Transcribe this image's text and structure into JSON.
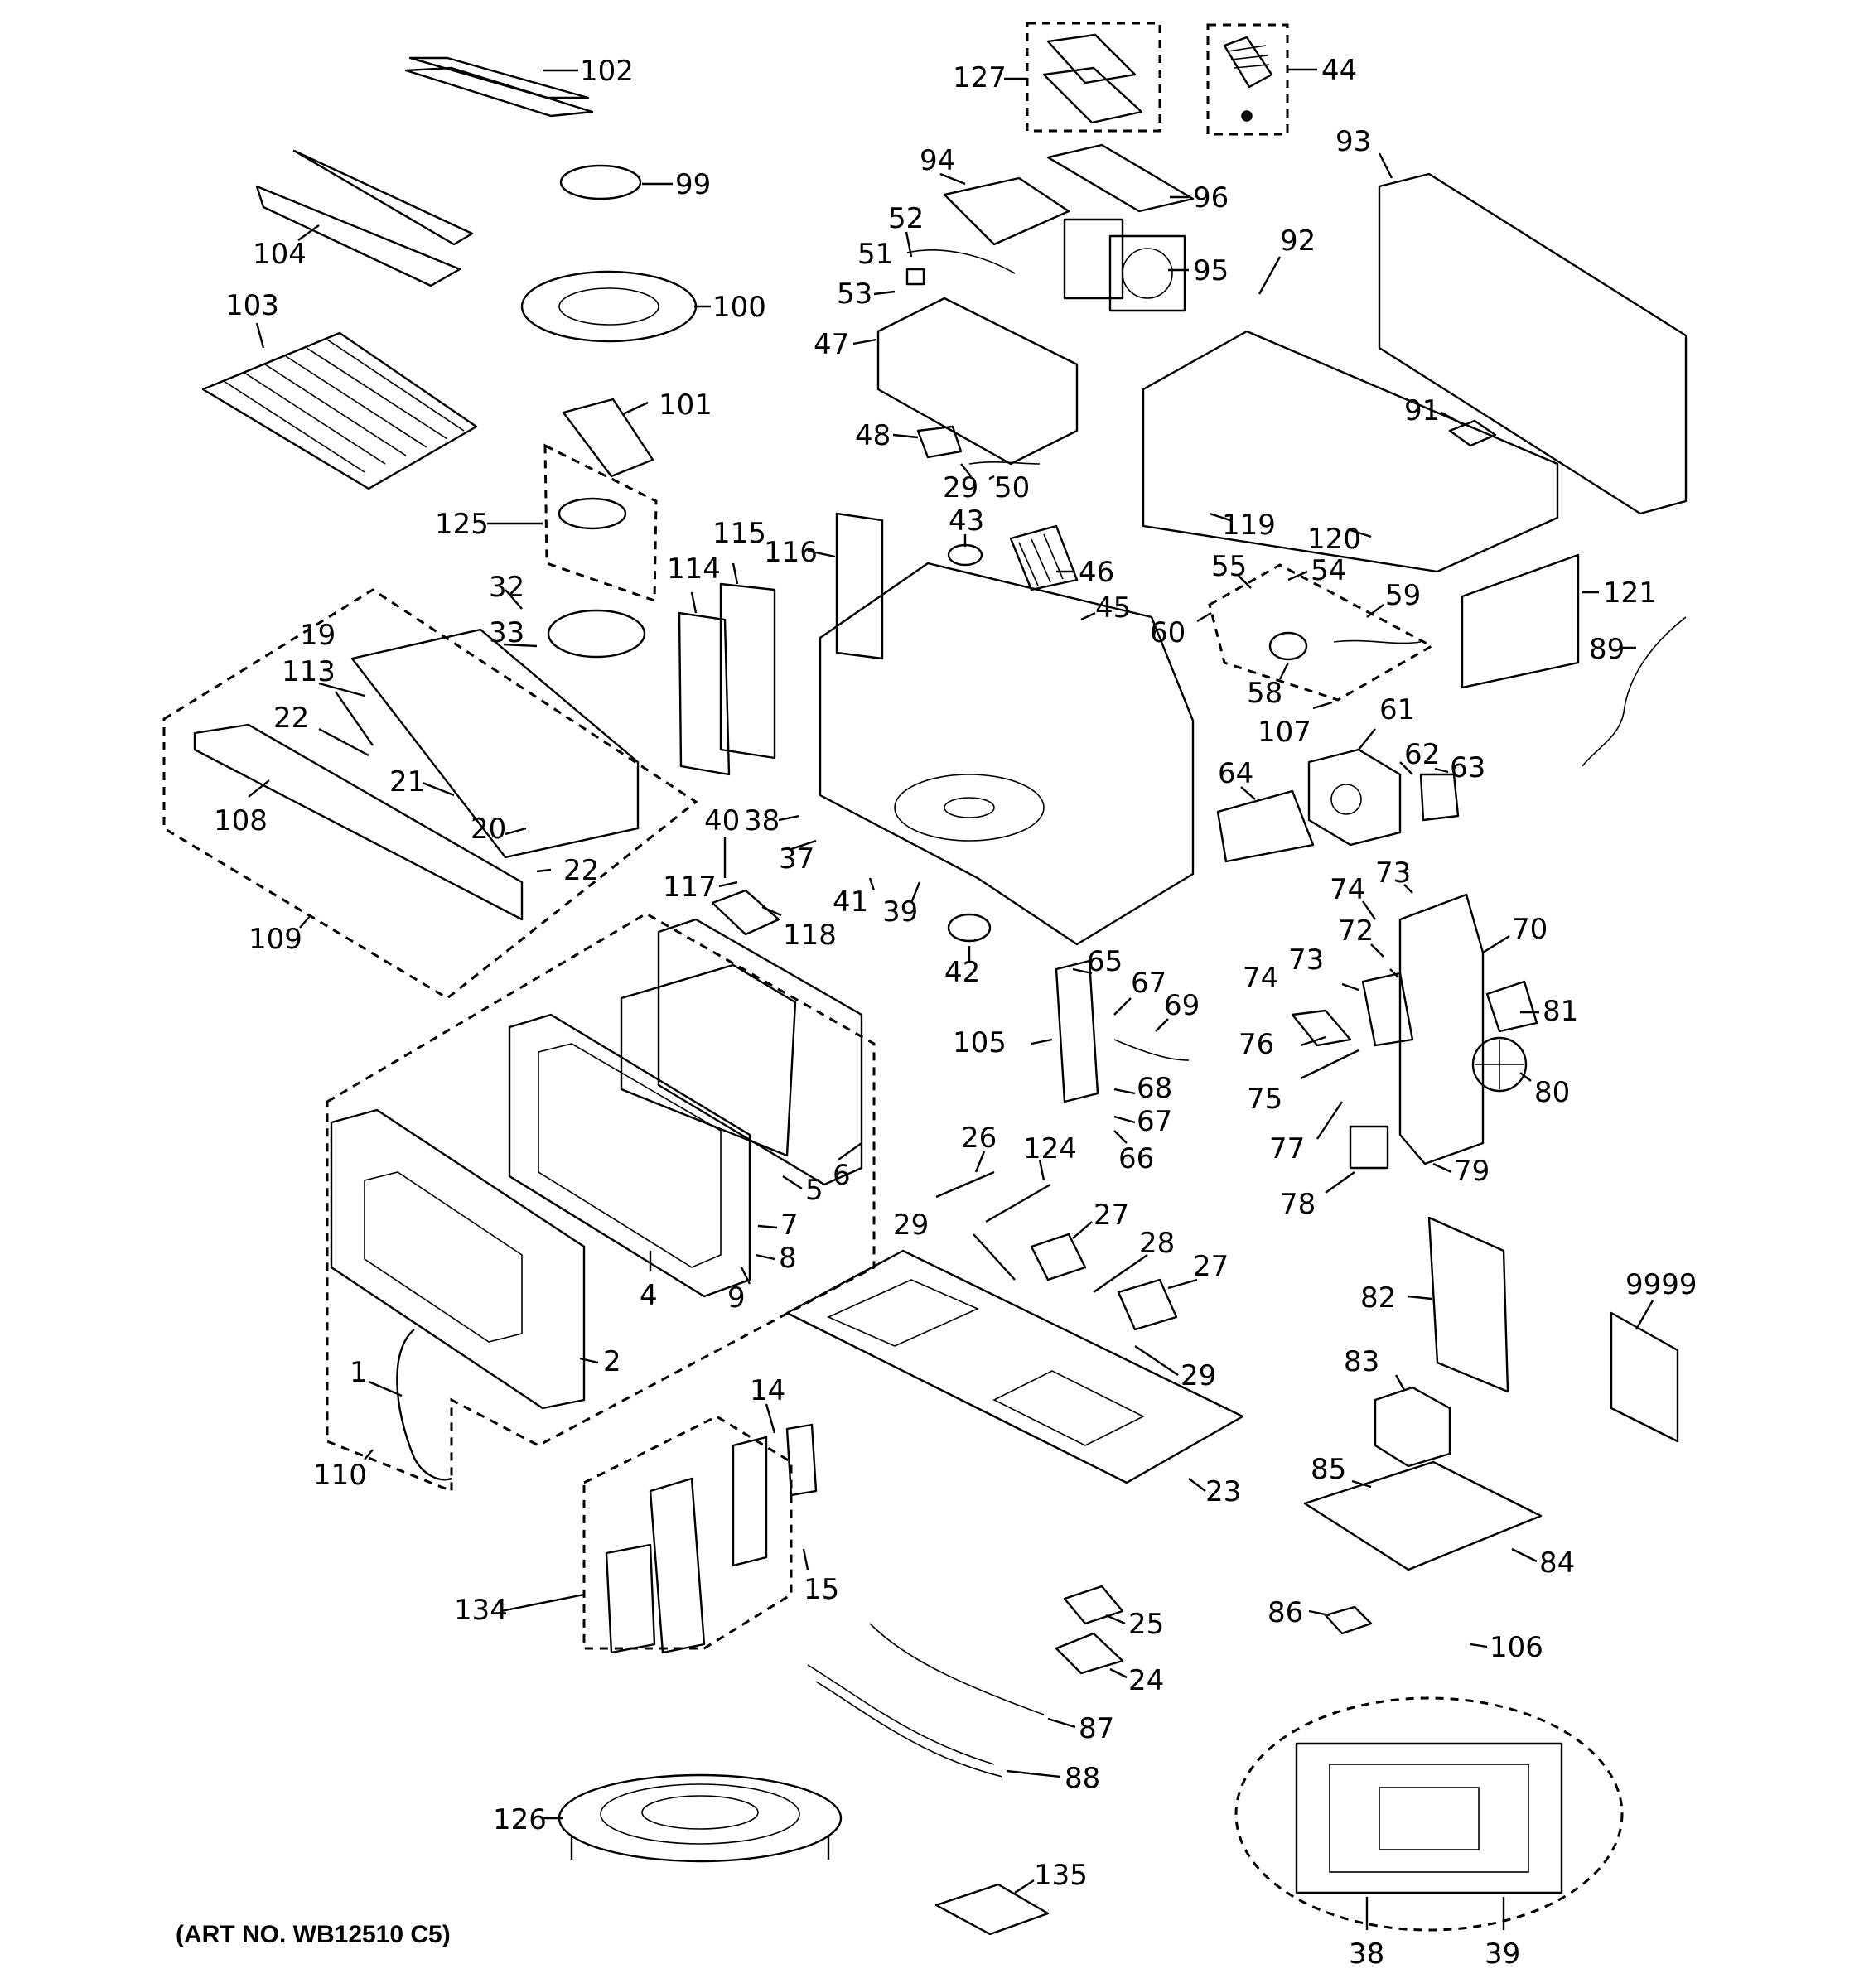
{
  "footer": {
    "art_number": "(ART NO. WB12510 C5)"
  },
  "labels": [
    {
      "id": "l102",
      "text": "102"
    },
    {
      "id": "l99",
      "text": "99"
    },
    {
      "id": "l104",
      "text": "104"
    },
    {
      "id": "l100",
      "text": "100"
    },
    {
      "id": "l103",
      "text": "103"
    },
    {
      "id": "l101",
      "text": "101"
    },
    {
      "id": "l125",
      "text": "125"
    },
    {
      "id": "l32",
      "text": "32"
    },
    {
      "id": "l33",
      "text": "33"
    },
    {
      "id": "l19",
      "text": "19"
    },
    {
      "id": "l113",
      "text": "113"
    },
    {
      "id": "l22a",
      "text": "22"
    },
    {
      "id": "l21",
      "text": "21"
    },
    {
      "id": "l108",
      "text": "108"
    },
    {
      "id": "l20",
      "text": "20"
    },
    {
      "id": "l22b",
      "text": "22"
    },
    {
      "id": "l109",
      "text": "109"
    },
    {
      "id": "l127",
      "text": "127"
    },
    {
      "id": "l44",
      "text": "44"
    },
    {
      "id": "l94",
      "text": "94"
    },
    {
      "id": "l96",
      "text": "96"
    },
    {
      "id": "l52",
      "text": "52"
    },
    {
      "id": "l51",
      "text": "51"
    },
    {
      "id": "l95",
      "text": "95"
    },
    {
      "id": "l53",
      "text": "53"
    },
    {
      "id": "l47",
      "text": "47"
    },
    {
      "id": "l48",
      "text": "48"
    },
    {
      "id": "l29a",
      "text": "29"
    },
    {
      "id": "l50",
      "text": "50"
    },
    {
      "id": "l43",
      "text": "43"
    },
    {
      "id": "l115",
      "text": "115"
    },
    {
      "id": "l116",
      "text": "116"
    },
    {
      "id": "l114",
      "text": "114"
    },
    {
      "id": "l46",
      "text": "46"
    },
    {
      "id": "l45",
      "text": "45"
    },
    {
      "id": "l93",
      "text": "93"
    },
    {
      "id": "l92",
      "text": "92"
    },
    {
      "id": "l91",
      "text": "91"
    },
    {
      "id": "l119",
      "text": "119"
    },
    {
      "id": "l120",
      "text": "120"
    },
    {
      "id": "l121",
      "text": "121"
    },
    {
      "id": "l55",
      "text": "55"
    },
    {
      "id": "l54",
      "text": "54"
    },
    {
      "id": "l59",
      "text": "59"
    },
    {
      "id": "l60",
      "text": "60"
    },
    {
      "id": "l58",
      "text": "58"
    },
    {
      "id": "l107",
      "text": "107"
    },
    {
      "id": "l89",
      "text": "89"
    },
    {
      "id": "l61",
      "text": "61"
    },
    {
      "id": "l62",
      "text": "62"
    },
    {
      "id": "l63",
      "text": "63"
    },
    {
      "id": "l64",
      "text": "64"
    },
    {
      "id": "l38a",
      "text": "38"
    },
    {
      "id": "l40",
      "text": "40"
    },
    {
      "id": "l37",
      "text": "37"
    },
    {
      "id": "l117",
      "text": "117"
    },
    {
      "id": "l41",
      "text": "41"
    },
    {
      "id": "l39a",
      "text": "39"
    },
    {
      "id": "l118",
      "text": "118"
    },
    {
      "id": "l42",
      "text": "42"
    },
    {
      "id": "l65",
      "text": "65"
    },
    {
      "id": "l67a",
      "text": "67"
    },
    {
      "id": "l69",
      "text": "69"
    },
    {
      "id": "l105",
      "text": "105"
    },
    {
      "id": "l68",
      "text": "68"
    },
    {
      "id": "l67b",
      "text": "67"
    },
    {
      "id": "l66",
      "text": "66"
    },
    {
      "id": "l74a",
      "text": "74"
    },
    {
      "id": "l73a",
      "text": "73"
    },
    {
      "id": "l72",
      "text": "72"
    },
    {
      "id": "l73b",
      "text": "73"
    },
    {
      "id": "l70",
      "text": "70"
    },
    {
      "id": "l74b",
      "text": "74"
    },
    {
      "id": "l81",
      "text": "81"
    },
    {
      "id": "l76",
      "text": "76"
    },
    {
      "id": "l75",
      "text": "75"
    },
    {
      "id": "l80",
      "text": "80"
    },
    {
      "id": "l77",
      "text": "77"
    },
    {
      "id": "l79",
      "text": "79"
    },
    {
      "id": "l78",
      "text": "78"
    },
    {
      "id": "l6",
      "text": "6"
    },
    {
      "id": "l5",
      "text": "5"
    },
    {
      "id": "l7",
      "text": "7"
    },
    {
      "id": "l8",
      "text": "8"
    },
    {
      "id": "l9",
      "text": "9"
    },
    {
      "id": "l4",
      "text": "4"
    },
    {
      "id": "l2",
      "text": "2"
    },
    {
      "id": "l1",
      "text": "1"
    },
    {
      "id": "l110",
      "text": "110"
    },
    {
      "id": "l26",
      "text": "26"
    },
    {
      "id": "l124",
      "text": "124"
    },
    {
      "id": "l27a",
      "text": "27"
    },
    {
      "id": "l29b",
      "text": "29"
    },
    {
      "id": "l28",
      "text": "28"
    },
    {
      "id": "l27b",
      "text": "27"
    },
    {
      "id": "l29c",
      "text": "29"
    },
    {
      "id": "l23",
      "text": "23"
    },
    {
      "id": "l14",
      "text": "14"
    },
    {
      "id": "l15",
      "text": "15"
    },
    {
      "id": "l134",
      "text": "134"
    },
    {
      "id": "l25",
      "text": "25"
    },
    {
      "id": "l24",
      "text": "24"
    },
    {
      "id": "l87",
      "text": "87"
    },
    {
      "id": "l88",
      "text": "88"
    },
    {
      "id": "l126",
      "text": "126"
    },
    {
      "id": "l135",
      "text": "135"
    },
    {
      "id": "l82",
      "text": "82"
    },
    {
      "id": "l9999",
      "text": "9999"
    },
    {
      "id": "l83",
      "text": "83"
    },
    {
      "id": "l85",
      "text": "85"
    },
    {
      "id": "l84",
      "text": "84"
    },
    {
      "id": "l86",
      "text": "86"
    },
    {
      "id": "l106",
      "text": "106"
    },
    {
      "id": "l38b",
      "text": "38"
    },
    {
      "id": "l39b",
      "text": "39"
    }
  ]
}
